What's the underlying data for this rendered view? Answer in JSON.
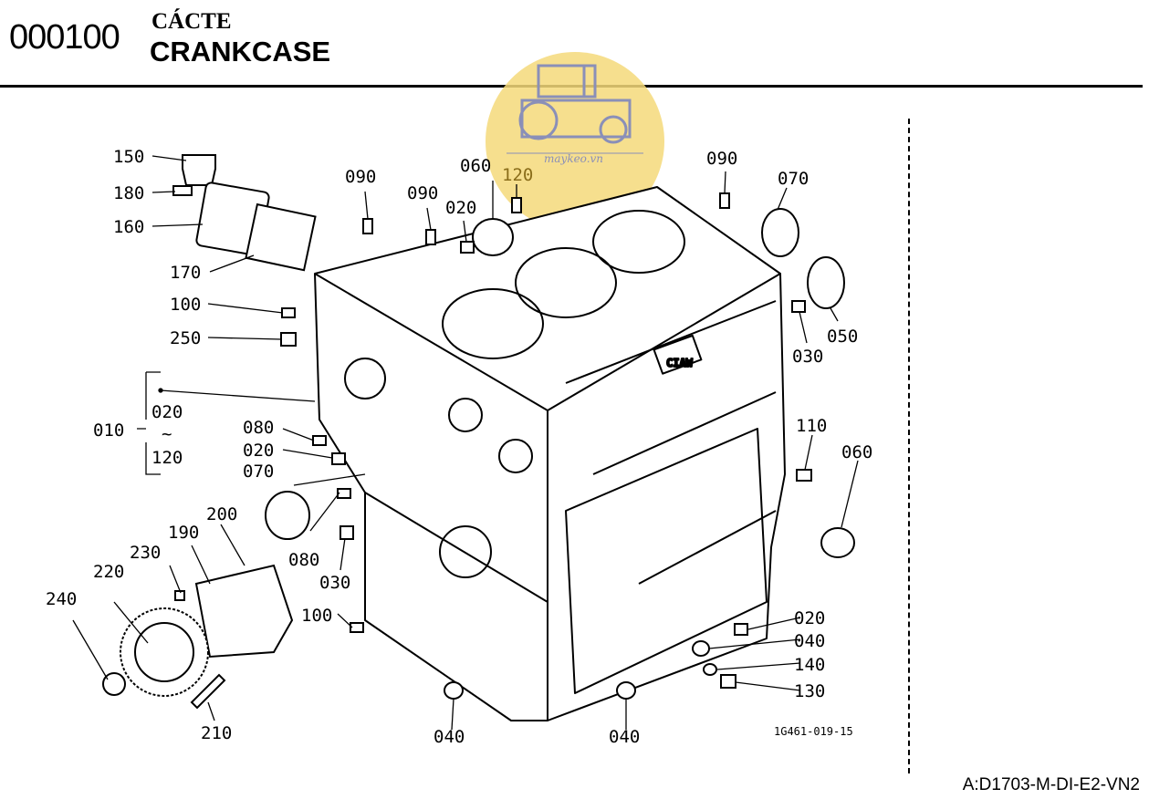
{
  "header": {
    "code": "000100",
    "title_vi": "CÁCTE",
    "title_en": "CRANKCASE"
  },
  "watermark": {
    "text": "maykeo.vn",
    "icon": "tractor-icon",
    "color": "#f2d56b"
  },
  "diagram": {
    "ref": "1G461-019-15",
    "callouts": [
      "150",
      "180",
      "160",
      "170",
      "100",
      "250",
      "010",
      "020",
      "120",
      "080",
      "020",
      "070",
      "200",
      "190",
      "230",
      "220",
      "240",
      "210",
      "080",
      "030",
      "100",
      "090",
      "060",
      "120",
      "090",
      "020",
      "090",
      "070",
      "050",
      "030",
      "110",
      "060",
      "020",
      "040",
      "140",
      "130",
      "040",
      "040"
    ]
  },
  "group_label": "~",
  "footer": {
    "model": "A:D1703-M-DI-E2-VN2"
  }
}
